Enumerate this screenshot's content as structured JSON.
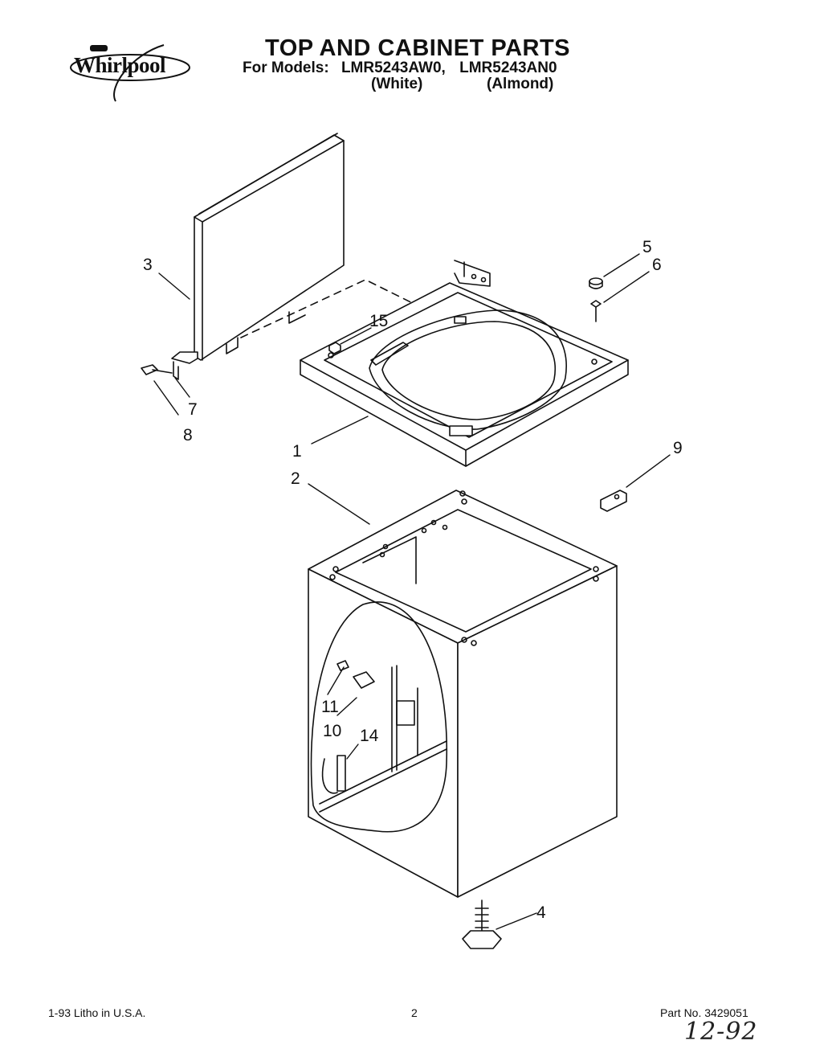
{
  "header": {
    "brand": "Whirlpool",
    "title": "TOP AND CABINET PARTS",
    "models_label": "For Models:",
    "model_white": "LMR5243AW0,",
    "model_almond": "LMR5243AN0",
    "variant_white": "(White)",
    "variant_almond": "(Almond)"
  },
  "callouts": {
    "c1": "1",
    "c2": "2",
    "c3": "3",
    "c4": "4",
    "c5": "5",
    "c6": "6",
    "c7": "7",
    "c8": "8",
    "c9": "9",
    "c10": "10",
    "c11": "11",
    "c14": "14",
    "c15": "15"
  },
  "footer": {
    "litho": "1-93 Litho in U.S.A.",
    "page": "2",
    "part_no": "Part No. 3429051",
    "handwritten_date": "12-92"
  }
}
